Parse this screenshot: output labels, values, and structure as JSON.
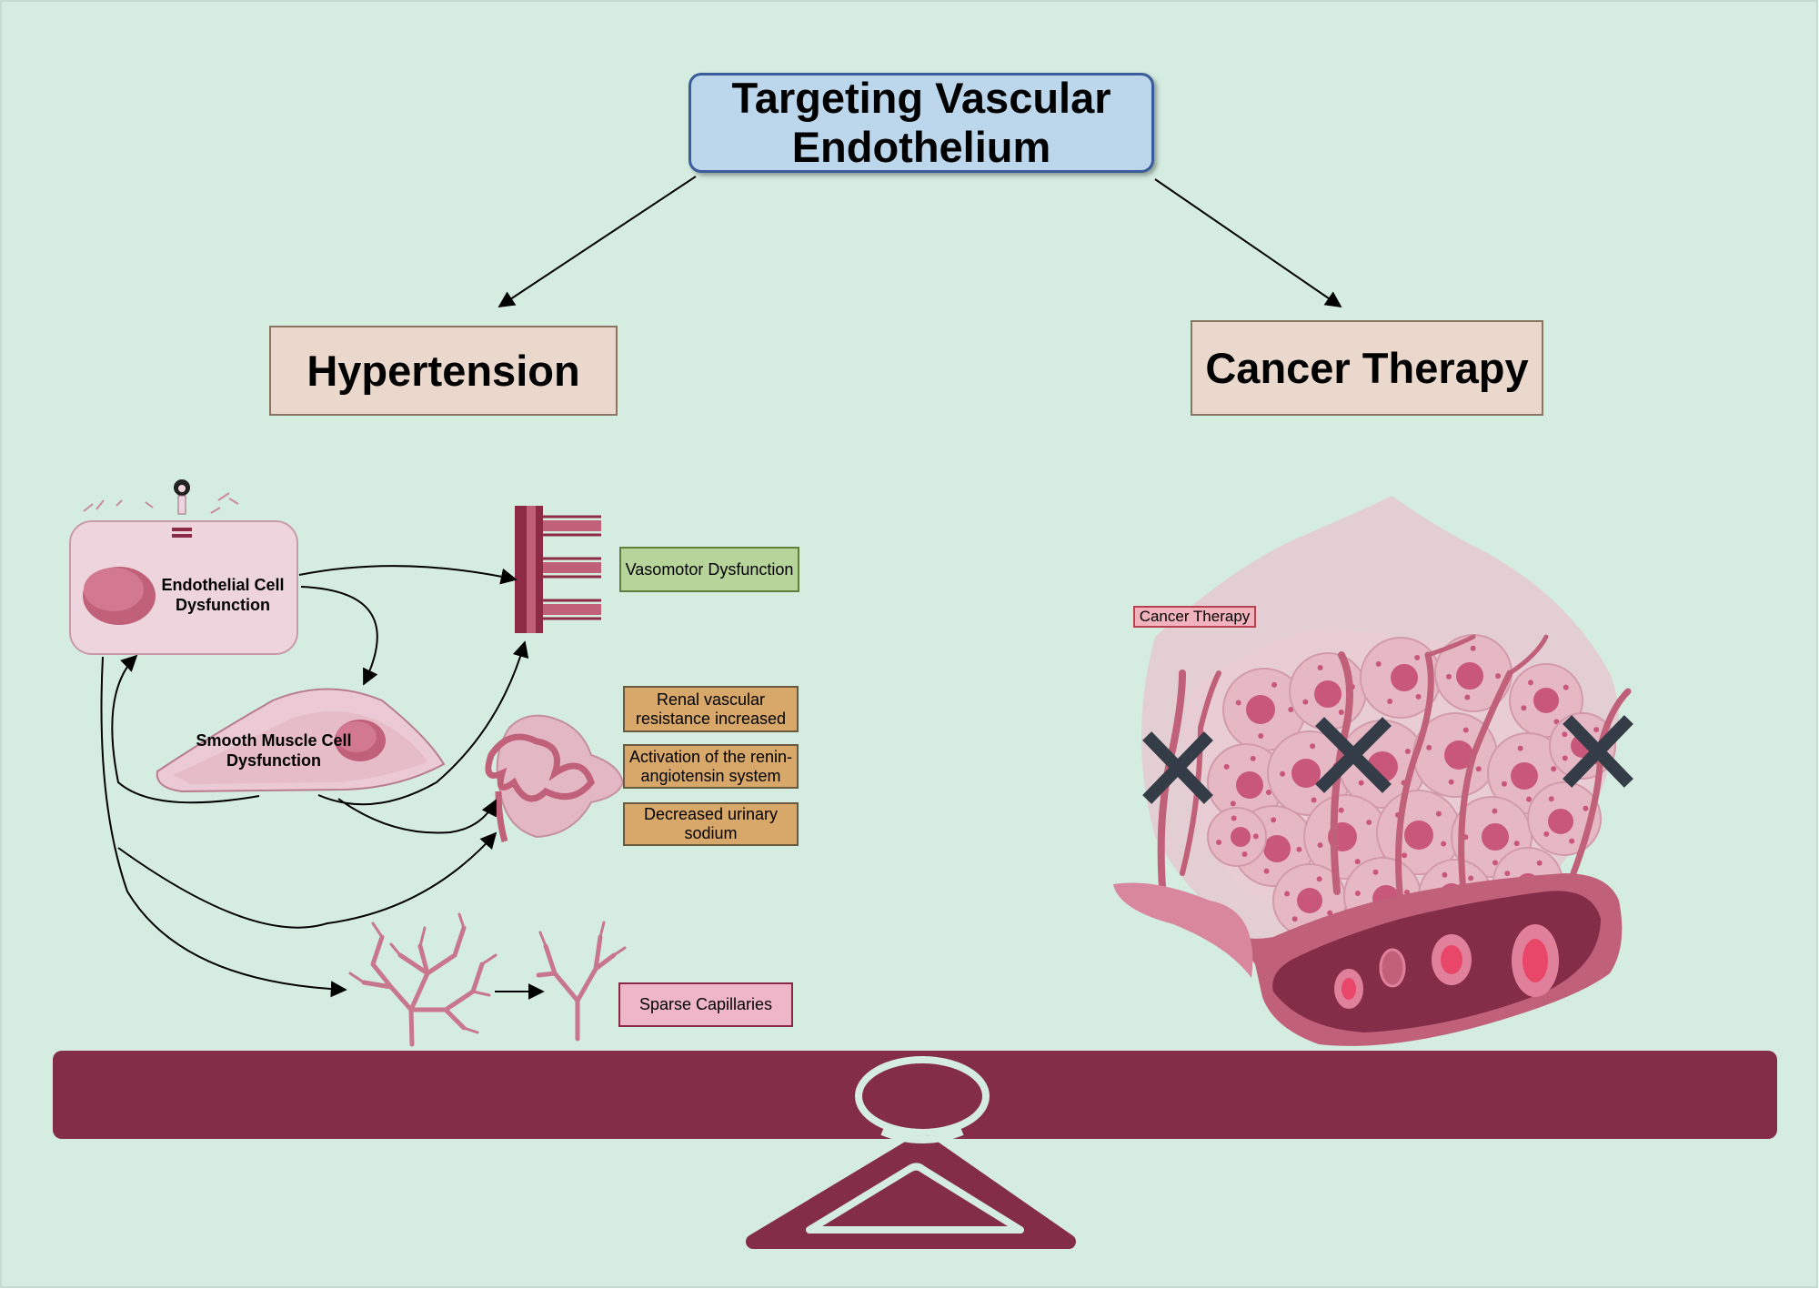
{
  "title": "Targeting Vascular Endothelium",
  "branches": {
    "left": "Hypertension",
    "right": "Cancer Therapy"
  },
  "hypertension": {
    "endothelial_cell": "Endothelial Cell Dysfunction",
    "smooth_muscle_cell": "Smooth Muscle Cell Dysfunction",
    "vasomotor": "Vasomotor Dysfunction",
    "renal_resistance": "Renal vascular resistance increased",
    "raas": "Activation of the renin-angiotensin system",
    "sodium": "Decreased urinary sodium",
    "capillaries": "Sparse Capillaries"
  },
  "cancer": {
    "label": "Cancer Therapy"
  },
  "colors": {
    "background": "#d5ece1",
    "title_fill": "#bcd7ec",
    "title_border": "#3b5c9a",
    "category_fill": "#ead8cc",
    "balance": "#842d48",
    "vessel": "#c06079",
    "green_label": "#b7d49b",
    "tan_label": "#d7a86a",
    "pink_label": "#eeb6c8"
  }
}
